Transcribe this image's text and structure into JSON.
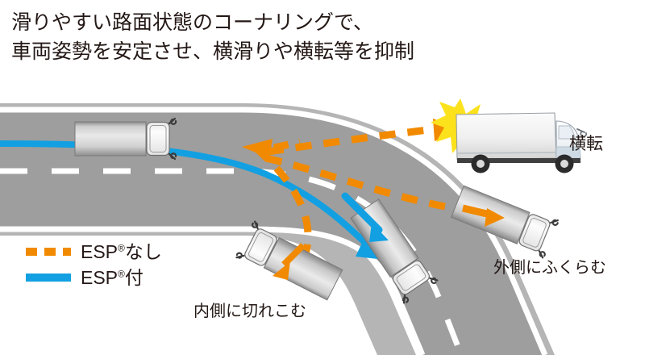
{
  "title": {
    "line1": "滑りやすい路面状態のコーナリングで、",
    "line2": "車両姿勢を安定させ、横滑りや横転等を抑制"
  },
  "legend": {
    "items": [
      {
        "style": "dashed",
        "color": "#F18A00",
        "label": "ESP",
        "sup": "®",
        "suffix": "なし"
      },
      {
        "style": "solid",
        "color": "#12A0E2",
        "label": "ESP",
        "sup": "®",
        "suffix": "付"
      }
    ]
  },
  "captions": {
    "inner": "内側に切れこむ",
    "outer": "外側にふくらむ",
    "rollover": "横転"
  },
  "colors": {
    "orange": "#F18A00",
    "blue": "#12A0E2",
    "road": "#9E9E9E",
    "road_shoulder": "#B3B3B3",
    "road_line": "#FFFFFF",
    "burst": "#FCE21C",
    "text": "#231815"
  },
  "diagram": {
    "label": "ESP cornering comparison diagram",
    "road": {
      "description": "Gray two-lane road entering from left, curving down to bottom right",
      "dashed_centerline": true
    },
    "paths": [
      {
        "name": "esp-on-path",
        "style": "solid",
        "color": "#12A0E2",
        "description": "Blue path stays in lane through the curve"
      },
      {
        "name": "esp-off-outer-path",
        "style": "dashed",
        "color": "#F18A00",
        "description": "Orange dashed path runs wide off the outside of the curve"
      },
      {
        "name": "esp-off-inner-path",
        "style": "dashed",
        "color": "#F18A00",
        "description": "Orange dashed path cuts to the inside of the curve"
      },
      {
        "name": "esp-off-rollover-path",
        "style": "dashed",
        "color": "#F18A00",
        "description": "Orange dashed path leading to rollover impact"
      }
    ],
    "vehicles": [
      {
        "name": "truck-entering",
        "view": "top",
        "state": "straight"
      },
      {
        "name": "truck-esp-on",
        "view": "top",
        "state": "in-lane-cornering"
      },
      {
        "name": "truck-cut-inside",
        "view": "top",
        "state": "understeer-inside"
      },
      {
        "name": "truck-run-wide",
        "view": "top",
        "state": "oversteer-outside"
      },
      {
        "name": "truck-rollover",
        "view": "side",
        "state": "rollover-impact"
      }
    ]
  }
}
